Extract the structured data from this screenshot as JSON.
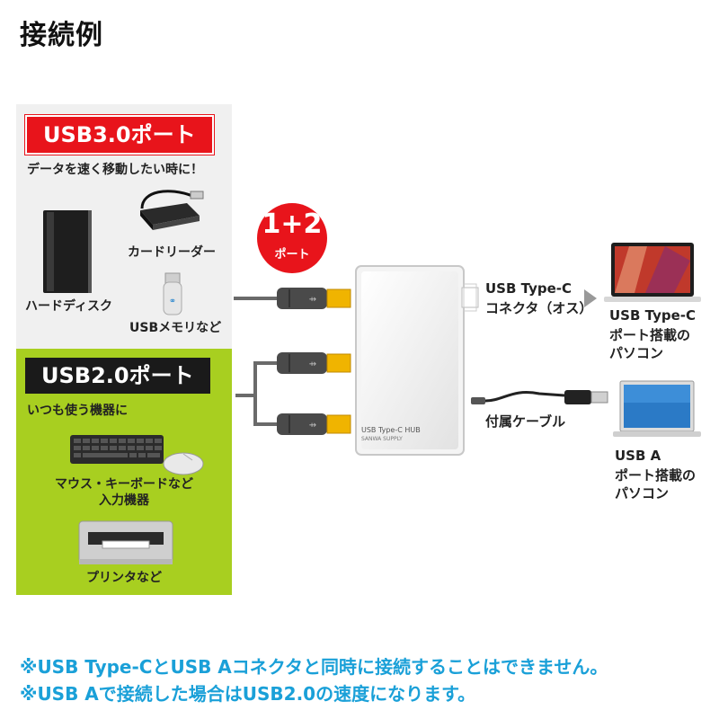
{
  "title": "接続例",
  "usb3": {
    "label": "USB3.0ポート",
    "desc": "データを速く移動したい時に！",
    "devices": [
      "カードリーダー",
      "ハードディスク",
      "USBメモリなど"
    ]
  },
  "usb2": {
    "label": "USB2.0ポート",
    "desc": "いつも使う機器に",
    "devices": [
      "マウス・キーボードなど",
      "入力機器",
      "プリンタなど"
    ]
  },
  "badge": {
    "num": "1+2",
    "sub": "ポート"
  },
  "hub": {
    "text1": "USB Type-C HUB",
    "text2": "SANWA SUPPLY"
  },
  "connector": {
    "line1": "USB Type-C",
    "line2": "コネクタ（オス）"
  },
  "cable_label": "付属ケーブル",
  "pc_typec": {
    "line1": "USB Type-C",
    "line2": "ポート搭載の",
    "line3": "パソコン"
  },
  "pc_usba": {
    "line1": "USB A",
    "line2": "ポート搭載の",
    "line3": "パソコン"
  },
  "notes": [
    "※USB Type-CとUSB Aコネクタと同時に接続することはできません。",
    "※USB Aで接続した場合はUSB2.0の速度になります。"
  ],
  "colors": {
    "red": "#e8141b",
    "green": "#a8cf20",
    "blue": "#1aa0d8",
    "plug": "#f0b400"
  }
}
